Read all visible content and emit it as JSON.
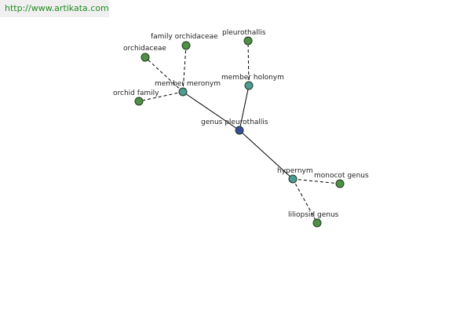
{
  "header": {
    "url": "http://www.artikata.com"
  },
  "colors": {
    "center": "#3a4a9c",
    "relation": "#4e9a94",
    "leaf": "#4f8f46",
    "url_text": "#228b22"
  },
  "graph": {
    "nodes": [
      {
        "id": "center",
        "label": "genus pleurothallis",
        "kind": "center"
      },
      {
        "id": "mm",
        "label": "member meronym",
        "kind": "relation"
      },
      {
        "id": "mh",
        "label": "member holonym",
        "kind": "relation"
      },
      {
        "id": "hy",
        "label": "hypernym",
        "kind": "relation"
      },
      {
        "id": "fo",
        "label": "family orchidaceae",
        "kind": "leaf"
      },
      {
        "id": "or",
        "label": "orchidaceae",
        "kind": "leaf"
      },
      {
        "id": "of",
        "label": "orchid family",
        "kind": "leaf"
      },
      {
        "id": "pl",
        "label": "pleurothallis",
        "kind": "leaf"
      },
      {
        "id": "mg",
        "label": "monocot genus",
        "kind": "leaf"
      },
      {
        "id": "lg",
        "label": "liliopsid genus",
        "kind": "leaf"
      }
    ],
    "edges": [
      {
        "from": "center",
        "to": "mm",
        "style": "solid"
      },
      {
        "from": "center",
        "to": "mh",
        "style": "solid"
      },
      {
        "from": "center",
        "to": "hy",
        "style": "solid"
      },
      {
        "from": "mm",
        "to": "fo",
        "style": "dashed"
      },
      {
        "from": "mm",
        "to": "or",
        "style": "dashed"
      },
      {
        "from": "mm",
        "to": "of",
        "style": "dashed"
      },
      {
        "from": "mh",
        "to": "pl",
        "style": "dashed"
      },
      {
        "from": "hy",
        "to": "mg",
        "style": "dashed"
      },
      {
        "from": "hy",
        "to": "lg",
        "style": "dashed"
      }
    ]
  }
}
